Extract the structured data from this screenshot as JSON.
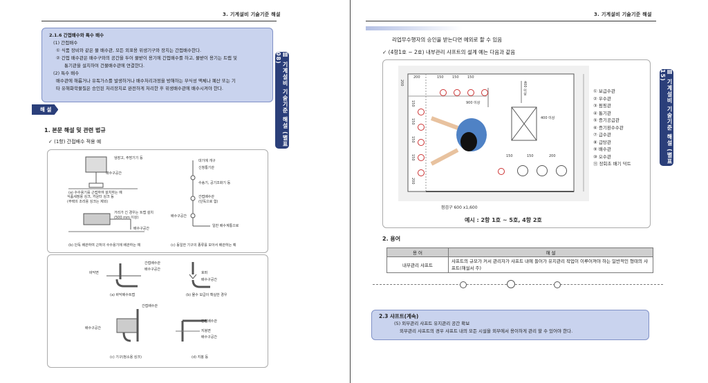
{
  "left": {
    "header": "3. 기계설비 기술기준 해설",
    "side_tab": "Ⅲ 기계설비 기술기준 해설 (별표 08)",
    "box": {
      "title": "2.1.6 간접배수와 특수 배수",
      "lines": [
        "(1) 간접배수",
        "① 식품 장비와 같은 물 배수관, 모든 외표용 위생기구와 장치는 간접배수한다.",
        "② 간접 배수관은 배수구와의 공간을 두어 물받이 용기에 간접배수를 하고, 물받이 용기는 트랩 및",
        "통기관을 설치하여 건물배수관에 연결한다.",
        "(2) 특수 배수",
        "배수관에 해롭거나 유독가스를 발생하거나 배수처리과정을 방해하는 부식성 액체나 폐산 또는 기",
        "타 유해화학물질은 승인된 처리장치로 완전하게 처리한 후 위생배수관에 배수시켜야 한다."
      ]
    },
    "section_tag": "해 설",
    "heading": "1. 본문 해설 및 관련 법규",
    "subheading": "✓ (1항) 간접배수 적용 예",
    "diagram1": {
      "labels": [
        "냉장고, 주방기기 등",
        "배수구공간",
        "식품세정용 싱크, 카운터 싱크 등",
        "(주택의 조리용 싱크는 제외)",
        "거리가 긴 경우는 트랩 설치",
        "(500 mm 이상)",
        "배수구공간",
        "대기에 개구",
        "신청통기관",
        "수송기, 공기조화기 등",
        "간접배수관",
        "(단독으로 함)",
        "배수구공간",
        "일반 배수계통으로"
      ],
      "captions": [
        "(a) 수수용기를 근접하여 설치하는 예",
        "(b) 단독 배관하여 근처의 수수용기에 배관하는 예",
        "(c) 동일한 기구의 종류를 모아서 배관하는 예"
      ]
    },
    "diagram2": {
      "labels": [
        "간접배수관",
        "배수구공간",
        "바닥면",
        "호퍼",
        "배수구공간",
        "간접배수관",
        "배수구공간",
        "간접배수관",
        "지붕면",
        "배수구공간"
      ],
      "captions": [
        "(a) 바닥배수트랩",
        "(b) 물수 보급이 확실한 경우",
        "(c) 기구(청소용 싱크)",
        "(d) 지붕 등"
      ]
    }
  },
  "right": {
    "header": "3. 기계설비 기술기준 해설",
    "side_tab": "Ⅲ 기계설비 기술기준 해설 (별표 15)",
    "intro": "리업무수행자의 승인을 받는다면 예외로 할 수 있음",
    "check": "✓ (4항1호 ~ 2호) 내부관리 샤프트의 설계 예는 다음과 같음",
    "plan": {
      "dims": [
        "200",
        "150",
        "150",
        "150",
        "400 이상",
        "900 이상",
        "400 이상",
        "150",
        "150",
        "200",
        "150",
        "150",
        "150",
        "150",
        "200",
        "200"
      ],
      "inspection": "점검구 600 x1,600",
      "example": "예시 : 2항 1호 ~ 5호, 4항 2호"
    },
    "legend": [
      "① 보급수관",
      "② 우수관",
      "③ 펌핑관",
      "④ 통기관",
      "⑤ 증기공급관",
      "⑥ 증기환수수관",
      "⑦ 급수관",
      "⑧ 급탕관",
      "⑨ 배수관",
      "⑩ 오수관",
      "⑪ 장회초 배기 덕트"
    ],
    "section2": "2. 용어",
    "table": {
      "headers": [
        "용 어",
        "해 설"
      ],
      "rows": [
        [
          "내부관리 샤프트",
          "샤프트의 규모가 커서 관리자가 샤프트 내에 들어가 유지관리 작업이 이루어져야 하는 일반적인 형태의 샤프트(해설서 주)"
        ]
      ]
    },
    "box": {
      "title": "2.3 샤프트(계속)",
      "lines": [
        "(5) 외부관리 샤프트 유지관리 공간 확보",
        "외부관리 샤프트의 경우 샤프트 내의 모든 시설을 외부에서 용이하게 관리 할 수 있어야 한다."
      ]
    }
  }
}
